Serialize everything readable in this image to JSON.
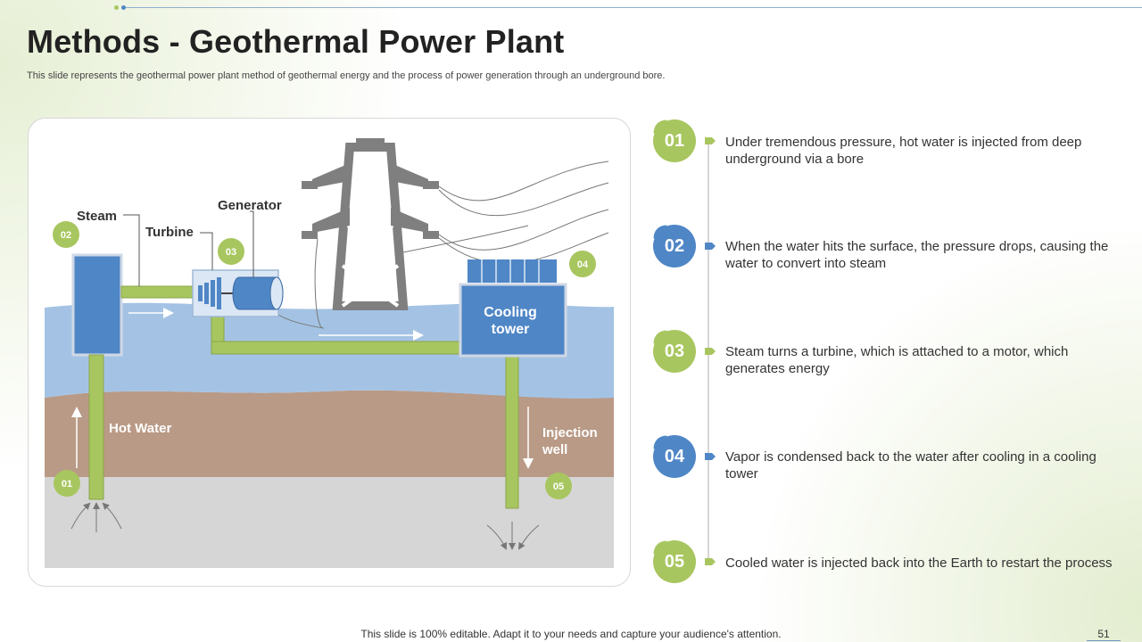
{
  "slide": {
    "title": "Methods - Geothermal Power Plant",
    "subtitle": "This slide represents the geothermal power plant method of geothermal energy and the process of power generation through an underground bore.",
    "footer": "This slide is 100% editable. Adapt it to your needs and capture your audience's attention.",
    "page_number": "51"
  },
  "colors": {
    "green": "#a8c65f",
    "blue": "#4f86c6",
    "sky": "#a4c3e4",
    "soil": "#b99a86",
    "rock": "#d6d6d6",
    "tower": "#7f7f7f"
  },
  "diagram": {
    "labels": {
      "steam": "Steam",
      "turbine": "Turbine",
      "generator": "Generator",
      "cooling_tower": [
        "Cooling",
        "tower"
      ],
      "hot_water": "Hot Water",
      "injection_well": [
        "Injection",
        "well"
      ]
    },
    "badges": [
      "01",
      "02",
      "03",
      "04",
      "05"
    ]
  },
  "steps": [
    {
      "number": "01",
      "text": "Under tremendous pressure, hot water is injected from deep underground via a bore",
      "color": "green"
    },
    {
      "number": "02",
      "text": "When the water hits the surface, the pressure drops, causing the water to convert into steam",
      "color": "blue"
    },
    {
      "number": "03",
      "text": "Steam turns a turbine, which is attached to a motor, which generates energy",
      "color": "green"
    },
    {
      "number": "04",
      "text": "Vapor is condensed back to the water after cooling in a cooling tower",
      "color": "blue"
    },
    {
      "number": "05",
      "text": "Cooled water is injected back into the Earth to restart the process",
      "color": "green"
    }
  ]
}
